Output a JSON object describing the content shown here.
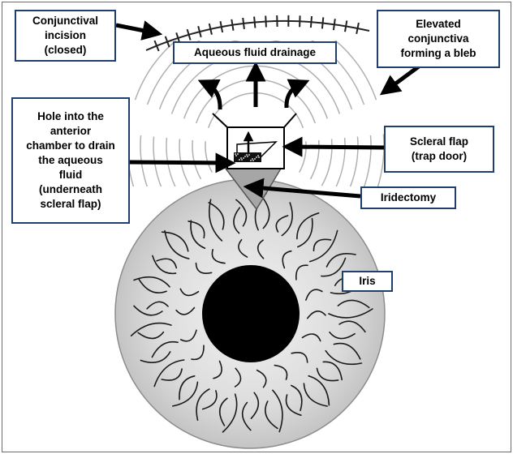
{
  "labels": {
    "conjunctival_incision": "Conjunctival\nincision\n(closed)",
    "elevated_conjunctiva": "Elevated\nconjunctiva\nforming a bleb",
    "aqueous_fluid_drainage": "Aqueous fluid drainage",
    "hole_anterior_chamber": "Hole into the\nanterior\nchamber to drain\nthe  aqueous\nfluid\n(underneath\nscleral flap)",
    "scleral_flap": "Scleral  flap\n(trap door)",
    "iridectomy": "Iridectomy",
    "iris": "Iris"
  },
  "colors": {
    "label_border": "#1f3f6e",
    "iris_fill": "#d9d9d9",
    "pupil": "#000000",
    "bleb_lines": "#b0b0b0",
    "iridectomy_fill": "#a6a6a6"
  }
}
